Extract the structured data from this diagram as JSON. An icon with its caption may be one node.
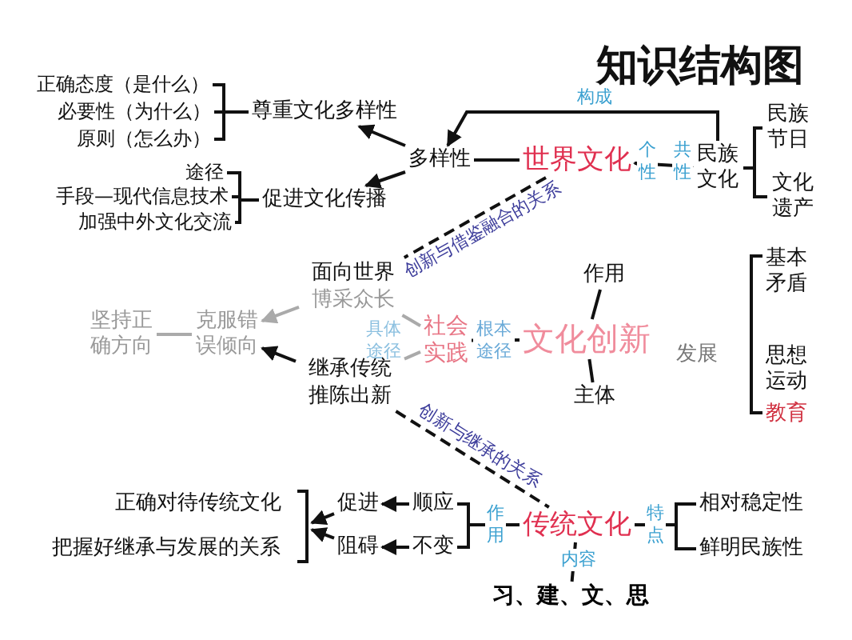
{
  "diagram": {
    "title": "知识结构图",
    "nodes": [
      {
        "text": [
          "民族文化"
        ]
      },
      {
        "text": [
          "民族节日"
        ]
      },
      {
        "text": [
          "文化遗产"
        ]
      },
      {
        "text": [
          "世界文化"
        ]
      },
      {
        "text": [
          "多样性"
        ]
      },
      {
        "text": [
          "尊重文化多样性"
        ]
      },
      {
        "text": [
          "正确态度（是什么）"
        ]
      },
      {
        "text": [
          "必要性（为什么）"
        ]
      },
      {
        "text": [
          "原则（怎么办）"
        ]
      },
      {
        "text": [
          "促进文化传播"
        ]
      },
      {
        "text": [
          "途径"
        ]
      },
      {
        "text": [
          "手段—现代信息技术"
        ]
      },
      {
        "text": [
          "加强中外文化交流"
        ]
      },
      {
        "text": [
          "面向世界",
          "博采众长"
        ]
      },
      {
        "text": [
          "继承传统",
          "推陈出新"
        ]
      },
      {
        "text": [
          "克服错误倾向"
        ]
      },
      {
        "text": [
          "坚持正确方向"
        ]
      },
      {
        "text": [
          "社会实践"
        ]
      },
      {
        "text": [
          "文化创新"
        ]
      },
      {
        "text": [
          "作用"
        ]
      },
      {
        "text": [
          "主体"
        ]
      },
      {
        "text": [
          "传统文化"
        ]
      },
      {
        "text": [
          "相对稳定性"
        ]
      },
      {
        "text": [
          "鲜明民族性"
        ]
      },
      {
        "text": [
          "顺应"
        ]
      },
      {
        "text": [
          "不变"
        ]
      },
      {
        "text": [
          "促进"
        ]
      },
      {
        "text": [
          "阻碍"
        ]
      },
      {
        "text": [],
        "shape": "bracket"
      },
      {
        "text": [
          "习、建、文、思"
        ]
      }
    ],
    "edges": [
      {
        "from": 0,
        "to": 1,
        "arrow": "none"
      },
      {
        "from": 0,
        "to": 2,
        "arrow": "none"
      },
      {
        "from": 0,
        "to": 3,
        "arrow": "both"
      },
      {
        "from": 0,
        "to": 4,
        "arrow": "to",
        "label": "构成"
      },
      {
        "from": 3,
        "to": 4,
        "arrow": "none"
      },
      {
        "from": 4,
        "to": 5,
        "arrow": "to"
      },
      {
        "from": 4,
        "to": 9,
        "arrow": "to"
      },
      {
        "from": 5,
        "to": 6,
        "arrow": "none"
      },
      {
        "from": 5,
        "to": 7,
        "arrow": "none"
      },
      {
        "from": 5,
        "to": 8,
        "arrow": "none"
      },
      {
        "from": 9,
        "to": 10,
        "arrow": "none"
      },
      {
        "from": 9,
        "to": 11,
        "arrow": "none"
      },
      {
        "from": 9,
        "to": 12,
        "arrow": "none"
      },
      {
        "from": 3,
        "to": 13,
        "arrow": "none",
        "style": "dashed",
        "label": "创新与借鉴融合的关系"
      },
      {
        "from": 14,
        "to": 21,
        "arrow": "none",
        "style": "dashed",
        "label": "创新与继承的关系"
      },
      {
        "from": 17,
        "to": 13,
        "arrow": "none",
        "color": "#aaaaaa"
      },
      {
        "from": 17,
        "to": 14,
        "arrow": "none",
        "color": "#aaaaaa"
      },
      {
        "from": 13,
        "to": 15,
        "arrow": "to",
        "color": "#aaaaaa"
      },
      {
        "from": 14,
        "to": 15,
        "arrow": "to"
      },
      {
        "from": 15,
        "to": 16,
        "arrow": "none",
        "color": "#aaaaaa"
      },
      {
        "from": 17,
        "to": 18,
        "arrow": "none",
        "label": "根本途径"
      },
      {
        "from": 19,
        "to": 18,
        "arrow": "none"
      },
      {
        "from": 18,
        "to": 20,
        "arrow": "none"
      },
      {
        "from": 21,
        "to": 22,
        "arrow": "none",
        "label": "特点"
      },
      {
        "from": 21,
        "to": 23,
        "arrow": "none"
      },
      {
        "from": 21,
        "to": 24,
        "arrow": "none",
        "label": "作用"
      },
      {
        "from": 21,
        "to": 25,
        "arrow": "none"
      },
      {
        "from": 24,
        "to": 26,
        "arrow": "to"
      },
      {
        "from": 25,
        "to": 27,
        "arrow": "to"
      },
      {
        "from": 26,
        "to": 28,
        "arrow": "to"
      },
      {
        "from": 27,
        "to": 28,
        "arrow": "to"
      },
      {
        "from": 21,
        "to": 29,
        "arrow": "none",
        "label": "内容"
      }
    ],
    "labels": [
      "共性",
      "个性",
      "具体途径",
      "基本矛盾",
      "发展",
      "思想运动",
      "教育",
      "正确对待传统文化",
      "把握好继承与发展的关系"
    ]
  }
}
